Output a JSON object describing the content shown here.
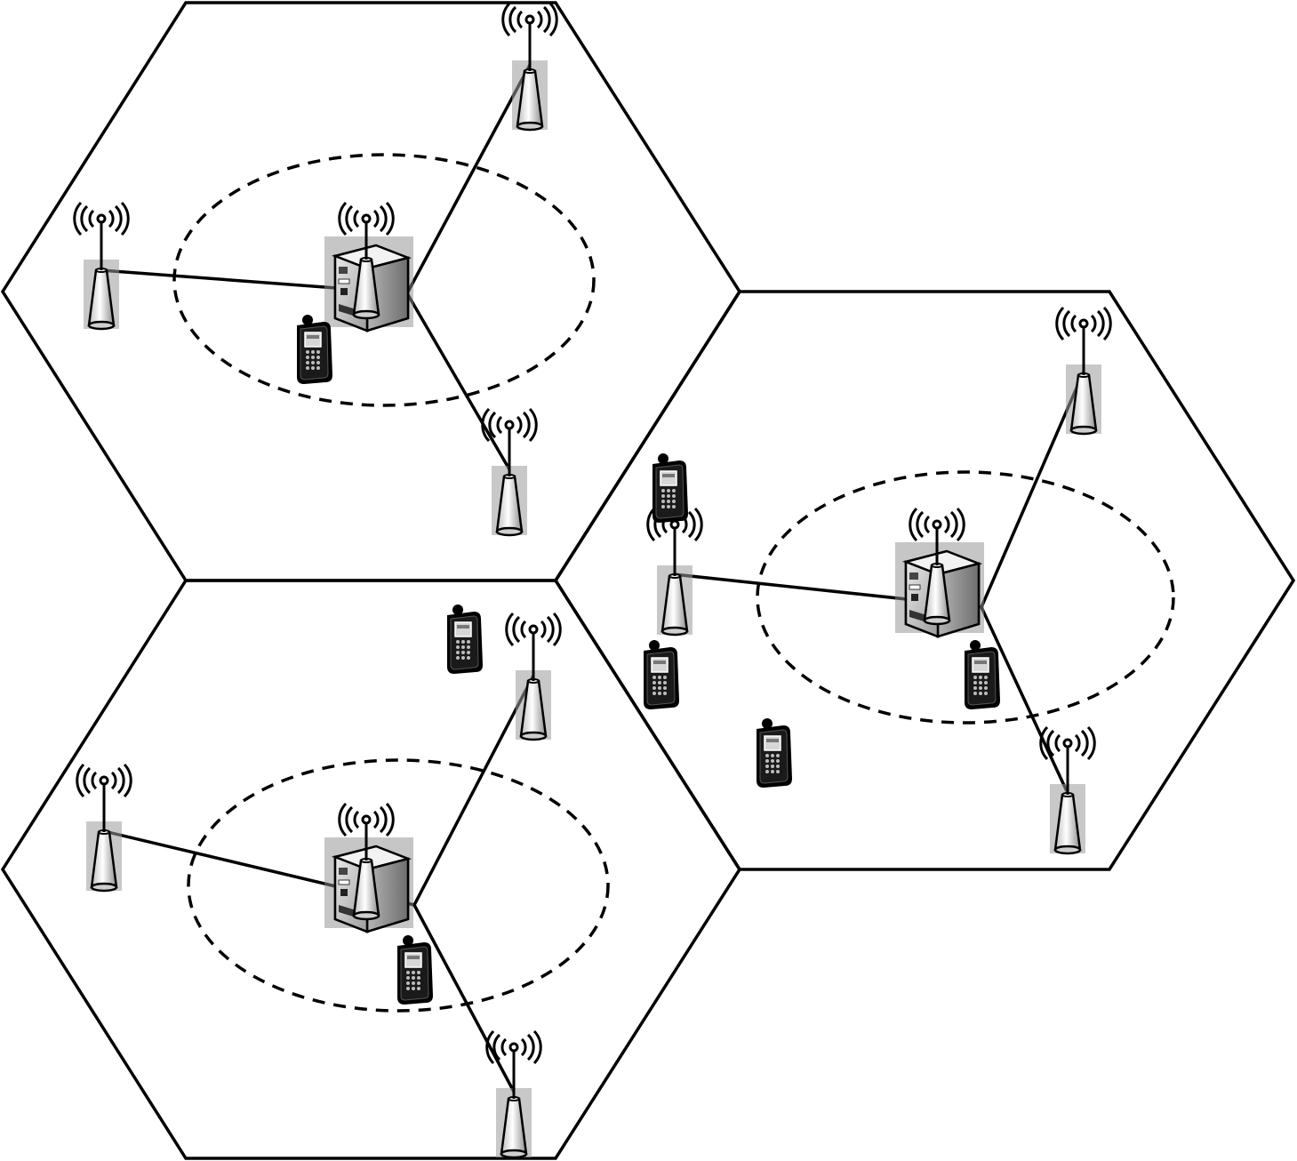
{
  "diagram": {
    "cells": [
      {
        "id": "top-left",
        "macro": "central-base-station-with-server",
        "remote_antennas": [
          "distributed-antenna",
          "distributed-antenna",
          "distributed-antenna"
        ],
        "mobile_devices": 1
      },
      {
        "id": "bottom-left",
        "macro": "central-base-station-with-server",
        "remote_antennas": [
          "distributed-antenna",
          "distributed-antenna",
          "distributed-antenna"
        ],
        "mobile_devices": 2
      },
      {
        "id": "right",
        "macro": "central-base-station-with-server",
        "remote_antennas": [
          "distributed-antenna",
          "distributed-antenna",
          "distributed-antenna"
        ],
        "mobile_devices": 4
      }
    ],
    "styles": {
      "line_color": "#000000",
      "background": "#ffffff",
      "device_gray": "#9a9a9a"
    },
    "icons": [
      "antenna-tower-icon",
      "server-icon",
      "mobile-phone-icon",
      "radio-waves-icon"
    ]
  }
}
